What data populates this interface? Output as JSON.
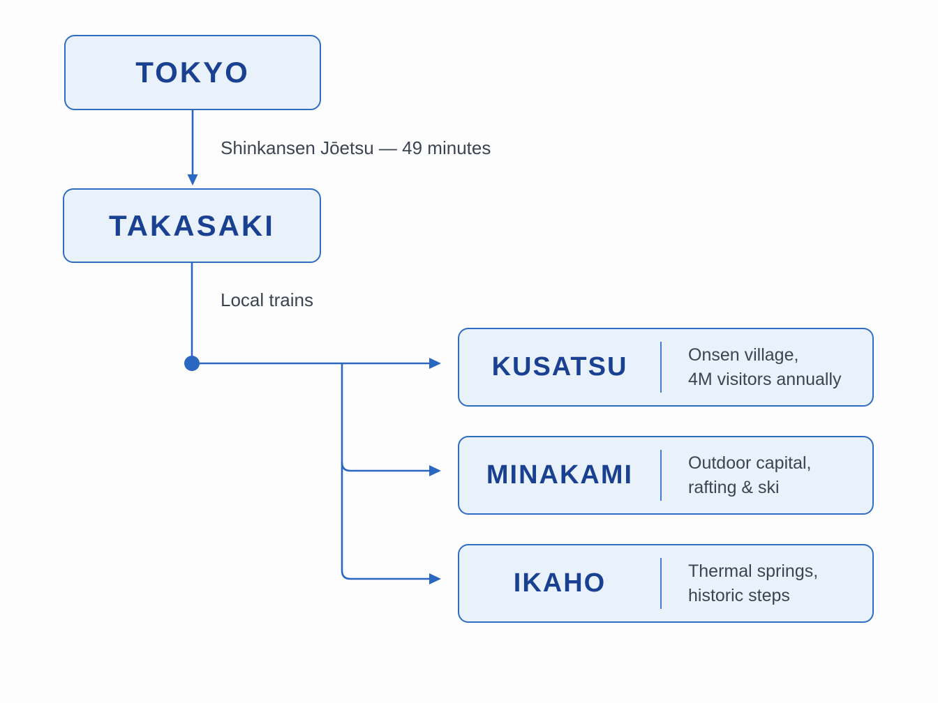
{
  "diagram": {
    "nodes": {
      "tokyo": {
        "label": "TOKYO"
      },
      "takasaki": {
        "label": "TAKASAKI"
      }
    },
    "edges": {
      "tokyo_takasaki": {
        "label": "Shinkansen Jōetsu — 49 minutes"
      },
      "takasaki_branches": {
        "label": "Local trains"
      }
    },
    "destinations": [
      {
        "name": "KUSATSU",
        "desc": [
          "Onsen village,",
          "4M visitors annually"
        ]
      },
      {
        "name": "MINAKAMI",
        "desc": [
          "Outdoor capital,",
          "rafting & ski"
        ]
      },
      {
        "name": "IKAHO",
        "desc": [
          "Thermal springs,",
          "historic steps"
        ]
      }
    ],
    "colors": {
      "accent_line": "#2A67C1",
      "box_border": "#2F6DC3",
      "box_fill": "#E9F1FB",
      "city_text": "#1A4191",
      "label_text": "#3D4451",
      "background": "#FDFDFD"
    }
  }
}
